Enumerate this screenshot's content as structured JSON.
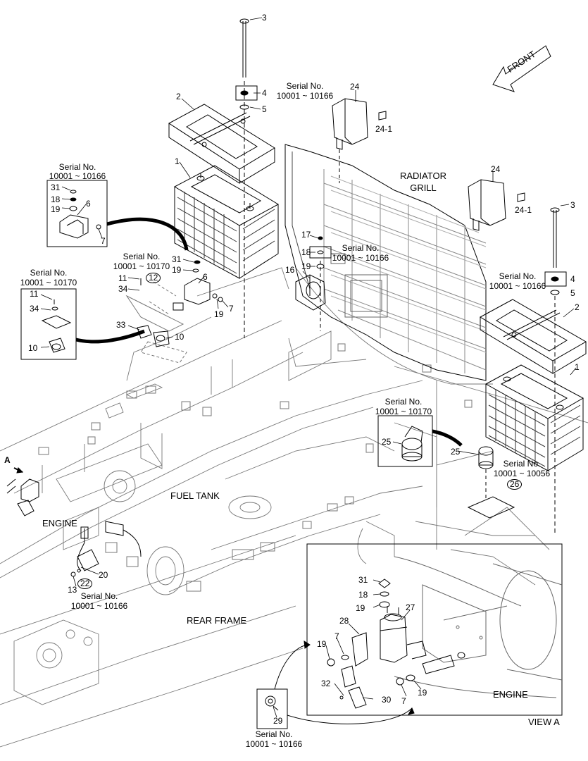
{
  "labels": {
    "front": "FRONT",
    "radiator_grill_1": "RADIATOR",
    "radiator_grill_2": "GRILL",
    "fuel_tank": "FUEL TANK",
    "rear_frame": "REAR FRAME",
    "engine_main": "ENGINE",
    "engine_view": "ENGINE",
    "view_a": "VIEW A",
    "a_arrow": "A"
  },
  "serial_notes": {
    "top_center": {
      "line1": "Serial No.",
      "line2": "10001 ~ 10166"
    },
    "left_top_box": {
      "line1": "Serial No.",
      "line2": "10001 ~ 10166"
    },
    "left_mid": {
      "line1": "Serial No.",
      "line2": "10001 ~ 10170"
    },
    "left_box": {
      "line1": "Serial No.",
      "line2": "10001 ~ 10170"
    },
    "mid_center": {
      "line1": "Serial No.",
      "line2": "10001 ~ 10166"
    },
    "right_mid": {
      "line1": "Serial No.",
      "line2": "10001 ~ 10166"
    },
    "switch_box": {
      "line1": "Serial No.",
      "line2": "10001 ~ 10170"
    },
    "right_lower": {
      "line1": "Serial No.",
      "line2": "10001 ~ 10056"
    },
    "bottom_left": {
      "line1": "Serial No.",
      "line2": "10001 ~ 10166"
    },
    "bottom_center": {
      "line1": "Serial No.",
      "line2": "10001 ~ 10166"
    }
  },
  "callouts": [
    {
      "id": "c3a",
      "text": "3"
    },
    {
      "id": "c4a",
      "text": "4"
    },
    {
      "id": "c5a",
      "text": "5"
    },
    {
      "id": "c2a",
      "text": "2"
    },
    {
      "id": "c1a",
      "text": "1"
    },
    {
      "id": "c24a",
      "text": "24"
    },
    {
      "id": "c241a",
      "text": "24-1"
    },
    {
      "id": "c24b",
      "text": "24"
    },
    {
      "id": "c241b",
      "text": "24-1"
    },
    {
      "id": "c3b",
      "text": "3"
    },
    {
      "id": "c4b",
      "text": "4"
    },
    {
      "id": "c5b",
      "text": "5"
    },
    {
      "id": "c2b",
      "text": "2"
    },
    {
      "id": "c1b",
      "text": "1"
    },
    {
      "id": "c31a",
      "text": "31"
    },
    {
      "id": "c18a",
      "text": "18"
    },
    {
      "id": "c19a",
      "text": "19"
    },
    {
      "id": "c6a",
      "text": "6"
    },
    {
      "id": "c7a",
      "text": "7"
    },
    {
      "id": "c12",
      "text": "12"
    },
    {
      "id": "c31b",
      "text": "31"
    },
    {
      "id": "c19b",
      "text": "19"
    },
    {
      "id": "c11a",
      "text": "11"
    },
    {
      "id": "c34a",
      "text": "34"
    },
    {
      "id": "c6b",
      "text": "6"
    },
    {
      "id": "c19c",
      "text": "19"
    },
    {
      "id": "c7b",
      "text": "7"
    },
    {
      "id": "c33",
      "text": "33"
    },
    {
      "id": "c10a",
      "text": "10"
    },
    {
      "id": "c11b",
      "text": "11"
    },
    {
      "id": "c34b",
      "text": "34"
    },
    {
      "id": "c10b",
      "text": "10"
    },
    {
      "id": "c17",
      "text": "17"
    },
    {
      "id": "c18b",
      "text": "18"
    },
    {
      "id": "c19d",
      "text": "19"
    },
    {
      "id": "c16",
      "text": "16"
    },
    {
      "id": "c25a",
      "text": "25"
    },
    {
      "id": "c25b",
      "text": "25"
    },
    {
      "id": "c26",
      "text": "26"
    },
    {
      "id": "c20",
      "text": "20"
    },
    {
      "id": "c13",
      "text": "13"
    },
    {
      "id": "c22",
      "text": "22"
    },
    {
      "id": "c31c",
      "text": "31"
    },
    {
      "id": "c18c",
      "text": "18"
    },
    {
      "id": "c19e",
      "text": "19"
    },
    {
      "id": "c27",
      "text": "27"
    },
    {
      "id": "c28",
      "text": "28"
    },
    {
      "id": "c19f",
      "text": "19"
    },
    {
      "id": "c7c",
      "text": "7"
    },
    {
      "id": "c32",
      "text": "32"
    },
    {
      "id": "c30",
      "text": "30"
    },
    {
      "id": "c7d",
      "text": "7"
    },
    {
      "id": "c19g",
      "text": "19"
    },
    {
      "id": "c29",
      "text": "29"
    }
  ]
}
